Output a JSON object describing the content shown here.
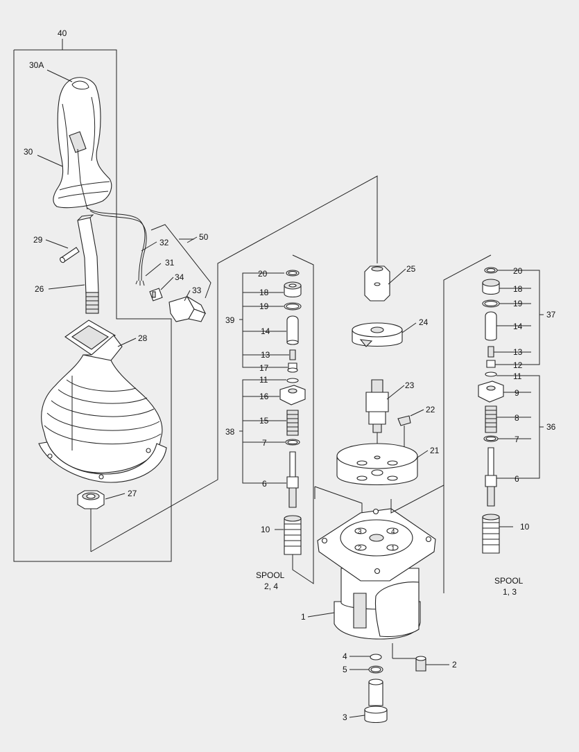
{
  "labels": {
    "n40": "40",
    "n30A": "30A",
    "n30": "30",
    "n29": "29",
    "n26": "26",
    "n32": "32",
    "n50": "50",
    "n31": "31",
    "n34": "34",
    "n33": "33",
    "n28": "28",
    "n27": "27",
    "n20a": "20",
    "n18a": "18",
    "n19a": "19",
    "n39": "39",
    "n14a": "14",
    "n13a": "13",
    "n17": "17",
    "n11a": "11",
    "n16": "16",
    "n15": "15",
    "n38": "38",
    "n7a": "7",
    "n6a": "6",
    "n10a": "10",
    "n25": "25",
    "n24": "24",
    "n23": "23",
    "n22": "22",
    "n21": "21",
    "n20b": "20",
    "n18b": "18",
    "n19b": "19",
    "n37": "37",
    "n14b": "14",
    "n13b": "13",
    "n12": "12",
    "n11b": "11",
    "n9": "9",
    "n8": "8",
    "n36": "36",
    "n7b": "7",
    "n6b": "6",
    "n10b": "10",
    "n1": "1",
    "n4": "4",
    "n2": "2",
    "n5": "5",
    "n3": "3",
    "spool_left_1": "SPOOL",
    "spool_left_2": "2, 4",
    "spool_right_1": "SPOOL",
    "spool_right_2": "1, 3",
    "port1": "1",
    "port2": "2",
    "port3": "3",
    "port4": "4"
  }
}
